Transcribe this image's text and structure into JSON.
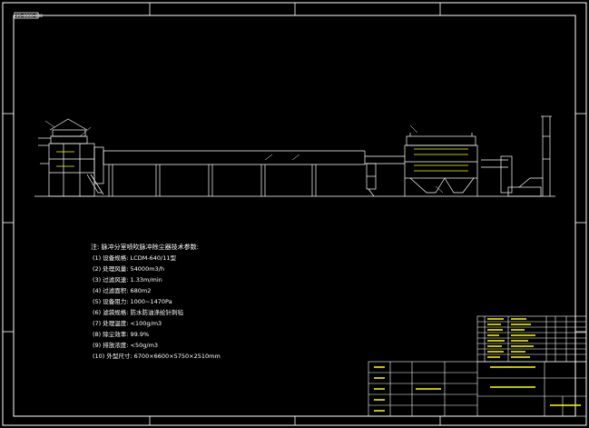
{
  "sheet_label": "25-0000-000",
  "notes": {
    "title": "注: 脉冲分室喷吹脉冲除尘器技术参数:",
    "items": [
      "(1) 设备规格: LCDM-640/11型",
      "(2) 处理风量: 54000m3/h",
      "(3) 过滤风速: 1.33m/min",
      "(4) 过滤面积: 680m2",
      "(5) 设备阻力: 1000~1470Pa",
      "(6) 滤袋规格: 防水防油涤纶针刺毡",
      "(7) 处理温度: <100g/m3",
      "(8) 除尘效率: 99.9%",
      "(9) 排放浓度: <50g/m3",
      "(10) 外型尺寸: 6700×6600×5750×2510mm"
    ]
  },
  "colors": {
    "background": "#000000",
    "line": "#ffffff",
    "accent": "#ffff00",
    "frame": "#ffffff"
  }
}
